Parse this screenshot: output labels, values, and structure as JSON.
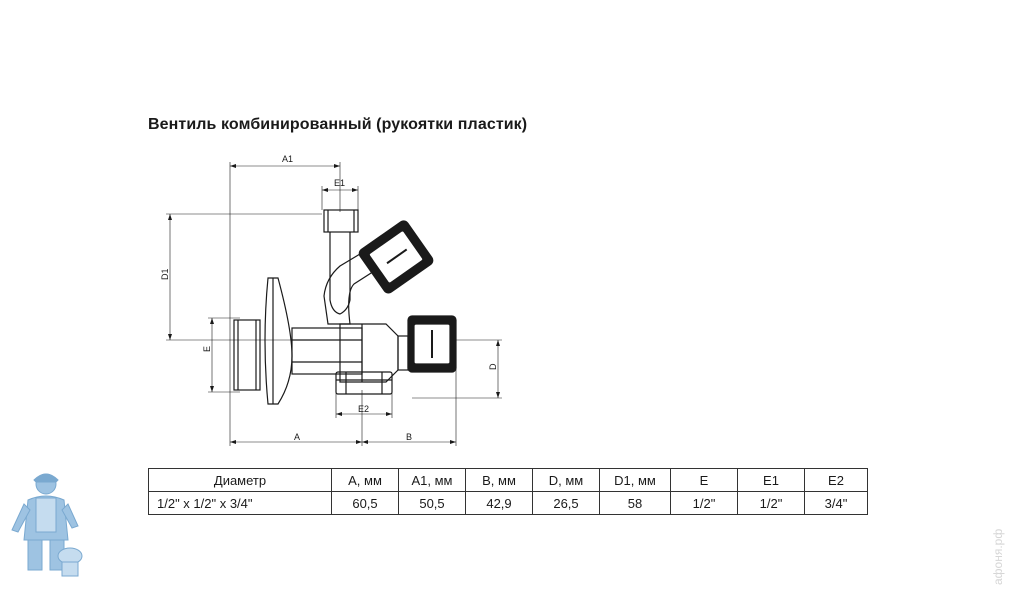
{
  "title": "Вентиль комбинированный (рукоятки пластик)",
  "drawing": {
    "dim_labels": {
      "a1": "A1",
      "e1": "E1",
      "d1": "D1",
      "e": "E",
      "d": "D",
      "e2": "E2",
      "a": "A",
      "b": "B"
    }
  },
  "table": {
    "headers": [
      "Диаметр",
      "A, мм",
      "A1, мм",
      "B, мм",
      "D, мм",
      "D1, мм",
      "E",
      "E1",
      "E2"
    ],
    "rows": [
      [
        "1/2\" x 1/2\" x 3/4\"",
        "60,5",
        "50,5",
        "42,9",
        "26,5",
        "58",
        "1/2\"",
        "1/2\"",
        "3/4\""
      ]
    ]
  },
  "watermark": {
    "text": "афоня.рф"
  },
  "colors": {
    "ink": "#1a1a1a",
    "logo_blue": "#9ec3e2"
  }
}
